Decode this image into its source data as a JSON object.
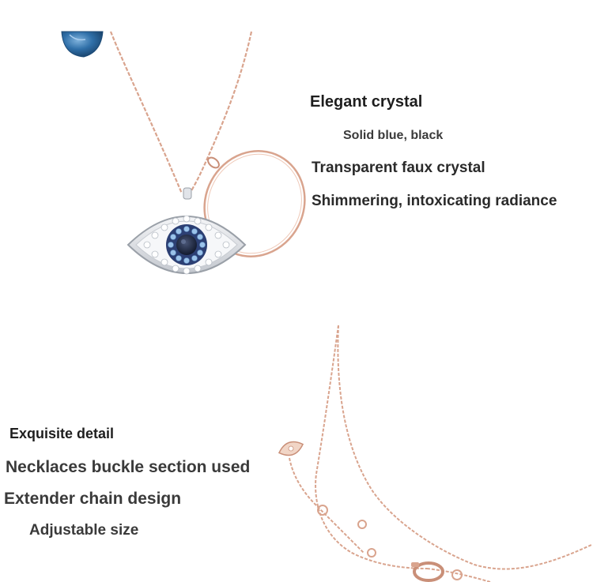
{
  "pendant_features": {
    "heading": "Elegant crystal",
    "colors": "Solid blue, black",
    "line1": "Transparent faux crystal",
    "line2": "Shimmering, intoxicating radiance"
  },
  "clasp_features": {
    "heading": "Exquisite detail",
    "line1": "Necklaces buckle section used",
    "line2": "Extender chain design",
    "line3": "Adjustable size"
  },
  "colors": {
    "rose_gold": "#d9a48e",
    "silver": "#d6d9de",
    "blue_crystal": "#2f6fa8",
    "dark_pupil": "#1f2a44",
    "light_blue_crystals": "#9bc3ea"
  }
}
